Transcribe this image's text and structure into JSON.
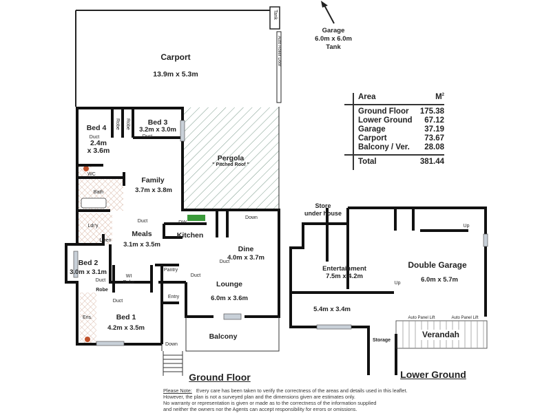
{
  "north_arrow": {
    "label_lines": [
      "Garage",
      "6.0m x 6.0m",
      "Tank"
    ]
  },
  "ground_floor": {
    "title": "Ground Floor",
    "tank": "Tank",
    "roller_door": "Auto Roller Door",
    "rooms": {
      "carport": {
        "name": "Carport",
        "size": "13.9m x 5.3m"
      },
      "bed4": {
        "name": "Bed 4",
        "size_line1": "2.4m",
        "size_line2": "x 3.6m"
      },
      "bed3": {
        "name": "Bed 3",
        "size": "3.2m x 3.0m"
      },
      "pergola": {
        "name": "Pergola",
        "note": "\" Pitched Roof \""
      },
      "family": {
        "name": "Family",
        "size": "3.7m x 3.8m"
      },
      "meals": {
        "name": "Meals",
        "size": "3.1m x 3.5m"
      },
      "kitchen": {
        "name": "Kitchen"
      },
      "dine": {
        "name": "Dine",
        "size": "4.0m x 3.7m"
      },
      "bed2": {
        "name": "Bed 2",
        "size": "3.0m x 3.1m"
      },
      "lounge": {
        "name": "Lounge",
        "size": "6.0m x 3.6m"
      },
      "bed1": {
        "name": "Bed 1",
        "size": "4.2m x 3.5m"
      },
      "balcony": {
        "name": "Balcony"
      }
    },
    "small_labels": {
      "robe": "Robe",
      "duct": "Duct",
      "wc": "WC",
      "bath": "Bath",
      "laundry": "Ldr'y",
      "linen": "Linen",
      "dw": "DW",
      "down": "Down",
      "pantry": "Pantry",
      "wi_robe_1": "WI",
      "wi_robe_2": "Robe",
      "entry": "Entry",
      "ens": "Ens."
    }
  },
  "lower_ground": {
    "title": "Lower Ground",
    "rooms": {
      "store": {
        "line1": "Store",
        "line2": "under house"
      },
      "entertainment": {
        "name": "Entertainment",
        "size": "7.5m x 4.2m"
      },
      "double_garage": {
        "name": "Double Garage",
        "size": "6.0m x 5.7m"
      },
      "room": {
        "size": "5.4m x 3.4m"
      },
      "storage": {
        "name": "Storage"
      },
      "verandah": {
        "name": "Verandah"
      }
    },
    "up": "Up",
    "auto_panel_lift": "Auto Panel Lift"
  },
  "area_table": {
    "header": {
      "label": "Area",
      "unit": "M",
      "unit_sup": "2"
    },
    "rows": [
      {
        "label": "Ground Floor",
        "value": "175.38"
      },
      {
        "label": "Lower Ground",
        "value": "67.12"
      },
      {
        "label": "Garage",
        "value": "37.19"
      },
      {
        "label": "Carport",
        "value": "73.67"
      },
      {
        "label": "Balcony / Ver.",
        "value": "28.08"
      }
    ],
    "total": {
      "label": "Total",
      "value": "381.44"
    }
  },
  "note": {
    "heading": "Please Note:",
    "lines": [
      "Every care has been taken to verify the correctness of the areas and details used in this leaflet.",
      "However, the plan is not a surveyed plan and the dimensions given are estimates only.",
      "No warranty or representation is given or made as to the correctness of the information supplied",
      "and neither the owners nor the Agents can accept responsibility for errors or omissions."
    ]
  },
  "colors": {
    "wall": "#111111",
    "tile": "#d9b9a8",
    "window": "#c8d0d8",
    "sink": "#3a9a3a",
    "toilet": "#c0502a"
  }
}
